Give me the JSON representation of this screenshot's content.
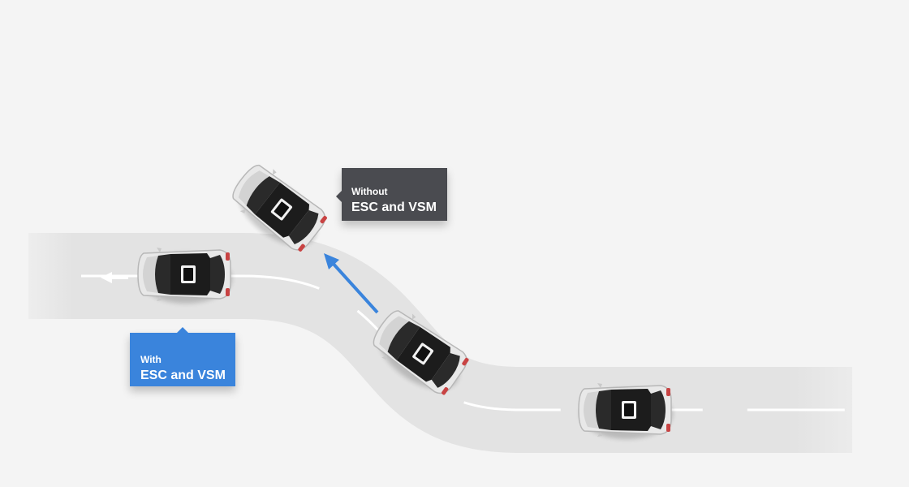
{
  "callouts": {
    "without": {
      "line1": "Without",
      "line2": "ESC and VSM",
      "color": "#4a4b50"
    },
    "with": {
      "line1": "With",
      "line2": "ESC and VSM",
      "color": "#3a84dc"
    }
  },
  "colors": {
    "background": "#f4f4f4",
    "road": "#e3e3e3",
    "lane_marking": "#ffffff",
    "arrow_blue": "#3a84dc",
    "car_body": "#e6e6e6",
    "car_glass": "#1d1d1d"
  },
  "icons": {
    "car": "car-top-view-icon",
    "direction_arrow": "arrow-left-icon",
    "skid_arrow": "arrow-up-left-icon"
  }
}
